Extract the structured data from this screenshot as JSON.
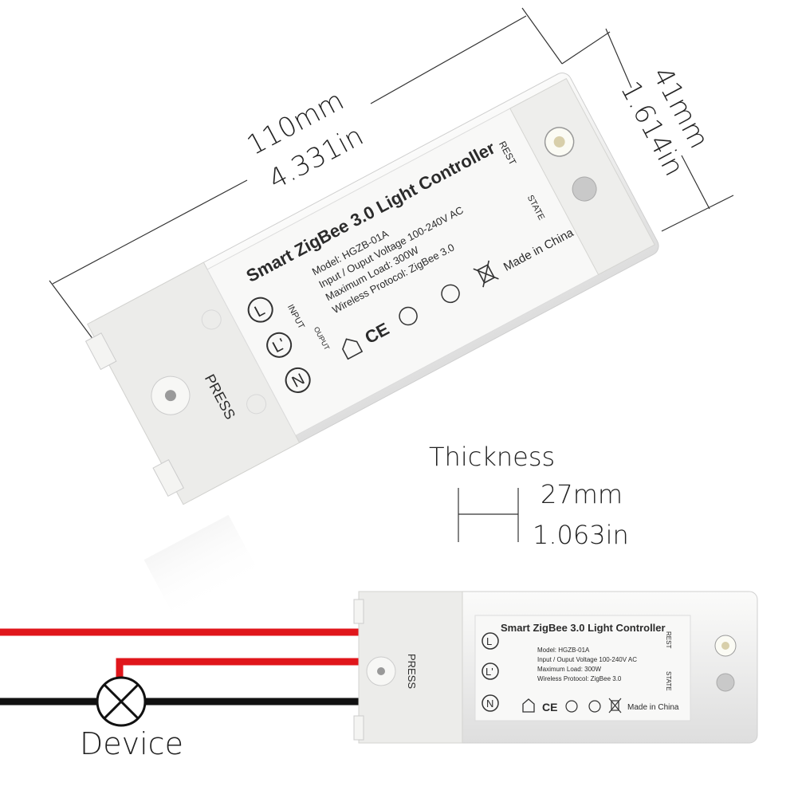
{
  "dimensions": {
    "length_mm": "110mm",
    "length_in": "4.331in",
    "width_mm": "41mm",
    "width_in": "1.614in",
    "thickness_label": "Thickness",
    "thickness_mm": "27mm",
    "thickness_in": "1.063in"
  },
  "device_label": {
    "title": "Smart ZigBee 3.0 Light Controller",
    "model": "Model: HGZB-01A",
    "voltage": "Input / Ouput Voltage 100-240V AC",
    "load": "Maximum Load: 300W",
    "protocol": "Wireless Protocol: ZigBee 3.0",
    "made_in": "Made in China",
    "terminal_l": "L",
    "terminal_l2": "L'",
    "terminal_n": "N",
    "input": "INPUT",
    "output": "OUPUT",
    "rest": "REST",
    "state": "STATE",
    "press": "PRESS",
    "ce_mark": "CE"
  },
  "wiring": {
    "device_caption": "Device",
    "wire_colors": {
      "live": "#e0161b",
      "neutral": "#111111"
    }
  },
  "colors": {
    "housing": "#f4f4f2",
    "housing_shade": "#e2e2df",
    "text": "#222222"
  }
}
